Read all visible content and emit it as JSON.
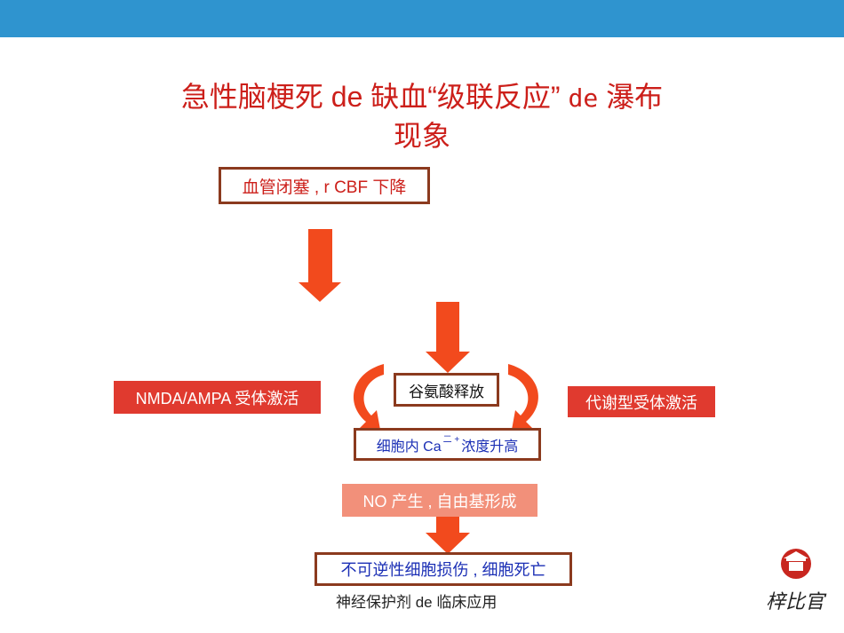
{
  "header": {
    "bar_color": "#2f94cf"
  },
  "title": {
    "line1_a": "急性脑梗死 de 缺血“级联反应”",
    "line1_b": "de",
    "line1_c": "瀑布",
    "line2": "现象"
  },
  "flow": {
    "box1": "血管闭塞 , r CBF 下降",
    "box_glutamate": "谷氨酸释放",
    "box_left": "NMDA/AMPA 受体激活",
    "box_right": "代谢型受体激活",
    "box_calcium": "细胞内 Ca",
    "box_calcium_sup": "二 +",
    "box_calcium_tail": "浓度升高",
    "box_no": "NO 产生 , 自由基形成",
    "box_final": "不可逆性细胞损伤 , 细胞死亡"
  },
  "footer": {
    "text": "神经保护剂 de 临床应用"
  },
  "logo": {
    "text": "梓比官",
    "icon": "palace-seal-icon"
  },
  "colors": {
    "accent_red": "#cc1f1a",
    "arrow_red": "#f24a1d",
    "blue_text": "#1b2fb5",
    "border": "#8b3a1e"
  }
}
